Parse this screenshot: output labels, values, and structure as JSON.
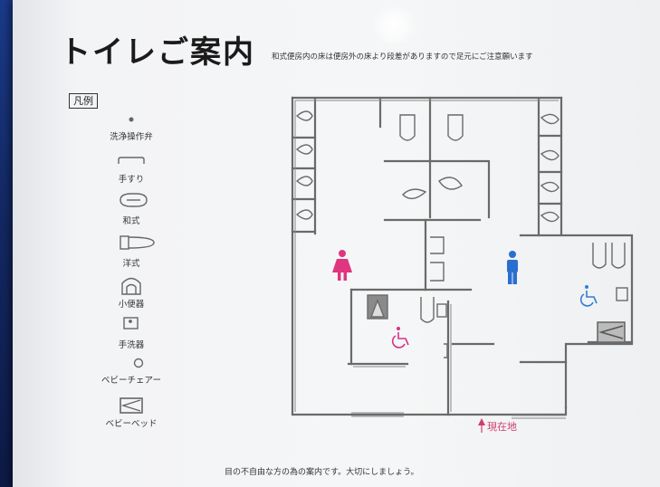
{
  "sign": {
    "title": "トイレご案内",
    "notice": "和式便房内の床は便房外の床より段差がありますので足元にご注意願います",
    "footer": "目の不自由な方の為の案内です。大切にしましょう。",
    "current_location": "現在地"
  },
  "legend": {
    "heading": "凡例",
    "items": [
      {
        "label": "洗浄操作弁",
        "icon": "flush-valve-icon"
      },
      {
        "label": "手すり",
        "icon": "handrail-icon"
      },
      {
        "label": "和式",
        "icon": "japanese-toilet-icon"
      },
      {
        "label": "洋式",
        "icon": "western-toilet-icon"
      },
      {
        "label": "小便器",
        "icon": "urinal-icon"
      },
      {
        "label": "手洗器",
        "icon": "hand-wash-basin-icon"
      },
      {
        "label": "ベビーチェアー",
        "icon": "baby-chair-icon"
      },
      {
        "label": "ベビーベッド",
        "icon": "baby-bed-icon"
      }
    ]
  },
  "map": {
    "womens_area_icon": "female-figure-icon",
    "mens_area_icon": "male-figure-icon",
    "accessible_icon": "wheelchair-icon",
    "colors": {
      "female": "#e0357f",
      "male": "#2a6fd0",
      "wheelchair_women": "#d6338a",
      "wheelchair_men": "#2f7fd6",
      "current_location": "#d13d6b",
      "wall": "#6a6a6a"
    }
  }
}
